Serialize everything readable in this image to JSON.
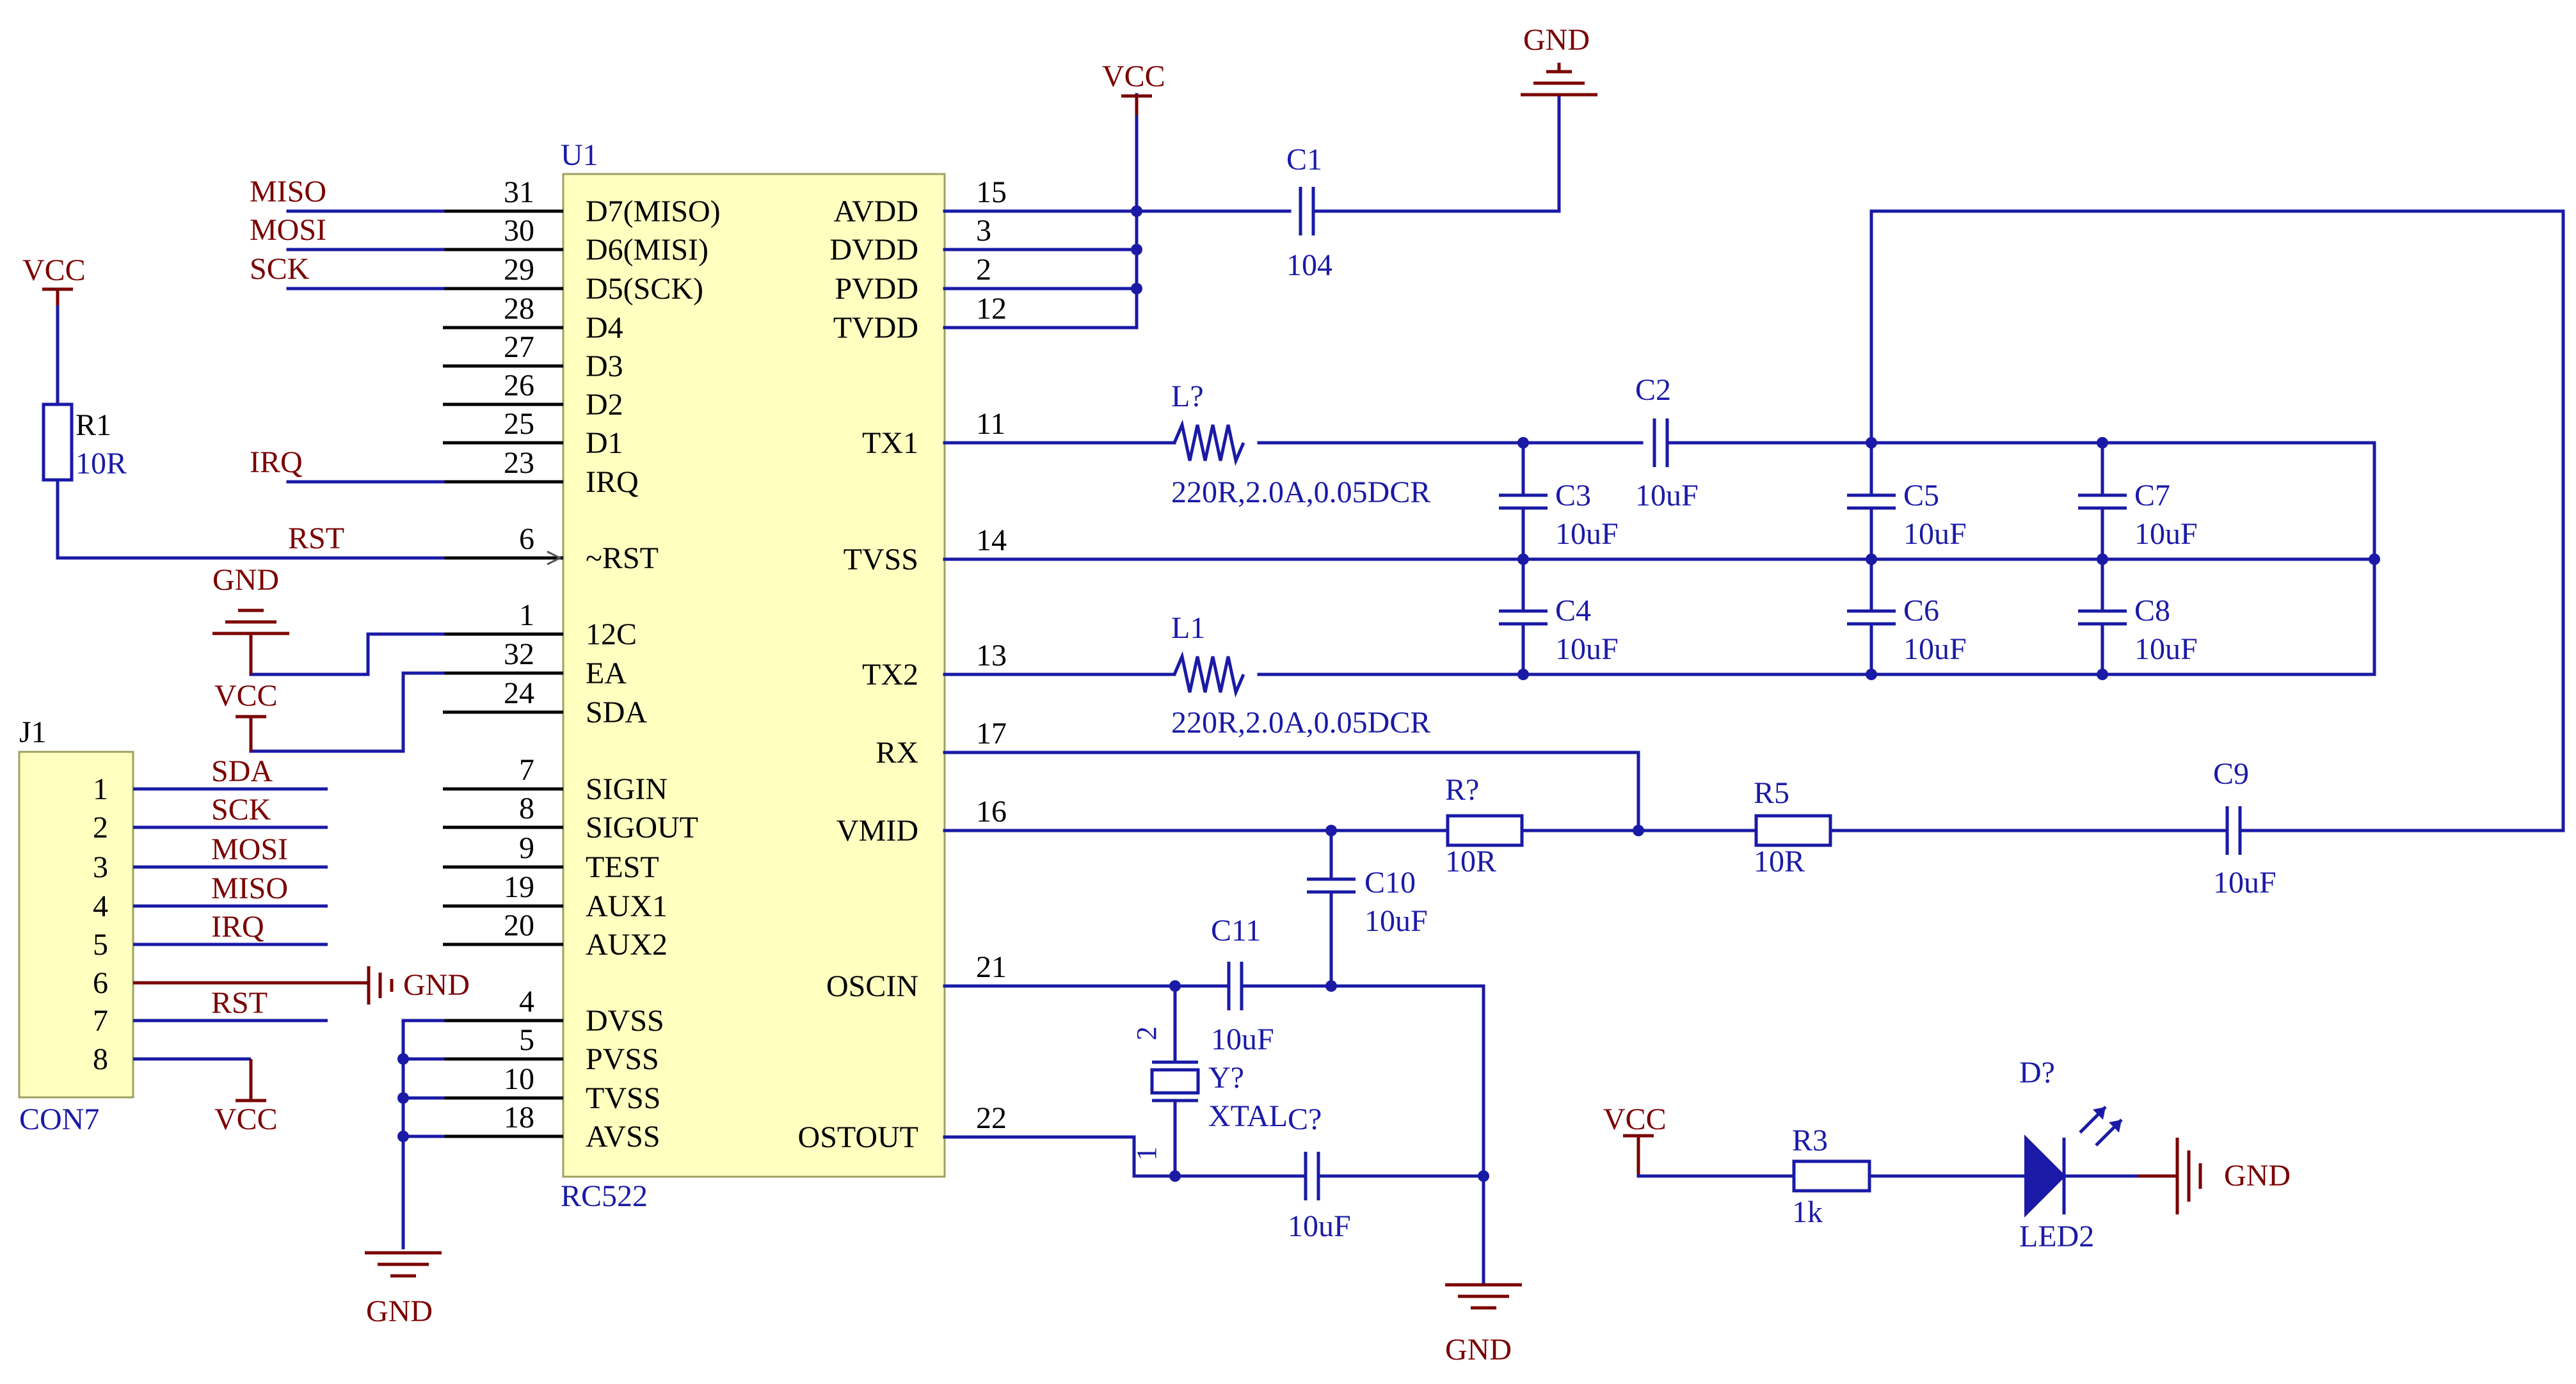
{
  "ic": {
    "ref": "U1",
    "part": "RC522",
    "left_pins": [
      {
        "num": "31",
        "name": "D7(MISO)",
        "net": "MISO"
      },
      {
        "num": "30",
        "name": "D6(MISI)",
        "net": "MOSI"
      },
      {
        "num": "29",
        "name": "D5(SCK)",
        "net": "SCK"
      },
      {
        "num": "28",
        "name": "D4",
        "net": ""
      },
      {
        "num": "27",
        "name": "D3",
        "net": ""
      },
      {
        "num": "26",
        "name": "D2",
        "net": ""
      },
      {
        "num": "25",
        "name": "D1",
        "net": ""
      },
      {
        "num": "23",
        "name": "IRQ",
        "net": "IRQ"
      },
      {
        "num": "6",
        "name": "~RST",
        "net": "RST"
      },
      {
        "num": "1",
        "name": "12C",
        "net": ""
      },
      {
        "num": "32",
        "name": "EA",
        "net": ""
      },
      {
        "num": "24",
        "name": "SDA",
        "net": ""
      },
      {
        "num": "7",
        "name": "SIGIN",
        "net": ""
      },
      {
        "num": "8",
        "name": "SIGOUT",
        "net": ""
      },
      {
        "num": "9",
        "name": "TEST",
        "net": ""
      },
      {
        "num": "19",
        "name": "AUX1",
        "net": ""
      },
      {
        "num": "20",
        "name": "AUX2",
        "net": ""
      },
      {
        "num": "4",
        "name": "DVSS",
        "net": ""
      },
      {
        "num": "5",
        "name": "PVSS",
        "net": ""
      },
      {
        "num": "10",
        "name": "TVSS",
        "net": ""
      },
      {
        "num": "18",
        "name": "AVSS",
        "net": ""
      }
    ],
    "right_pins": [
      {
        "num": "15",
        "name": "AVDD"
      },
      {
        "num": "3",
        "name": "DVDD"
      },
      {
        "num": "2",
        "name": "PVDD"
      },
      {
        "num": "12",
        "name": "TVDD"
      },
      {
        "num": "11",
        "name": "TX1"
      },
      {
        "num": "14",
        "name": "TVSS"
      },
      {
        "num": "13",
        "name": "TX2"
      },
      {
        "num": "17",
        "name": "RX"
      },
      {
        "num": "16",
        "name": "VMID"
      },
      {
        "num": "21",
        "name": "OSCIN"
      },
      {
        "num": "22",
        "name": "OSTOUT"
      }
    ]
  },
  "connector": {
    "ref": "J1",
    "part": "CON7",
    "pins": [
      {
        "num": "1",
        "net": "SDA"
      },
      {
        "num": "2",
        "net": "SCK"
      },
      {
        "num": "3",
        "net": "MOSI"
      },
      {
        "num": "4",
        "net": "MISO"
      },
      {
        "num": "5",
        "net": "IRQ"
      },
      {
        "num": "6",
        "net": "GND"
      },
      {
        "num": "7",
        "net": "RST"
      },
      {
        "num": "8",
        "net": "VCC"
      }
    ]
  },
  "power": {
    "vcc": "VCC",
    "gnd": "GND"
  },
  "components": {
    "r1": {
      "ref": "R1",
      "value": "10R"
    },
    "c1": {
      "ref": "C1",
      "value": "104"
    },
    "c2": {
      "ref": "C2",
      "value": "10uF"
    },
    "c3": {
      "ref": "C3",
      "value": "10uF"
    },
    "c4": {
      "ref": "C4",
      "value": "10uF"
    },
    "c5": {
      "ref": "C5",
      "value": "10uF"
    },
    "c6": {
      "ref": "C6",
      "value": "10uF"
    },
    "c7": {
      "ref": "C7",
      "value": "10uF"
    },
    "c8": {
      "ref": "C8",
      "value": "10uF"
    },
    "c9": {
      "ref": "C9",
      "value": "10uF"
    },
    "c10": {
      "ref": "C10",
      "value": "10uF"
    },
    "c11": {
      "ref": "C11",
      "value": "10uF"
    },
    "cq": {
      "ref": "C?",
      "value": "10uF"
    },
    "lq": {
      "ref": "L?",
      "value": "220R,2.0A,0.05DCR"
    },
    "l1": {
      "ref": "L1",
      "value": "220R,2.0A,0.05DCR"
    },
    "rq": {
      "ref": "R?",
      "value": "10R"
    },
    "r5": {
      "ref": "R5",
      "value": "10R"
    },
    "r3": {
      "ref": "R3",
      "value": "1k"
    },
    "y": {
      "ref": "Y?",
      "value": "XTAL",
      "pin1": "1",
      "pin2": "2"
    },
    "d": {
      "ref": "D?",
      "value": "LED2"
    }
  }
}
